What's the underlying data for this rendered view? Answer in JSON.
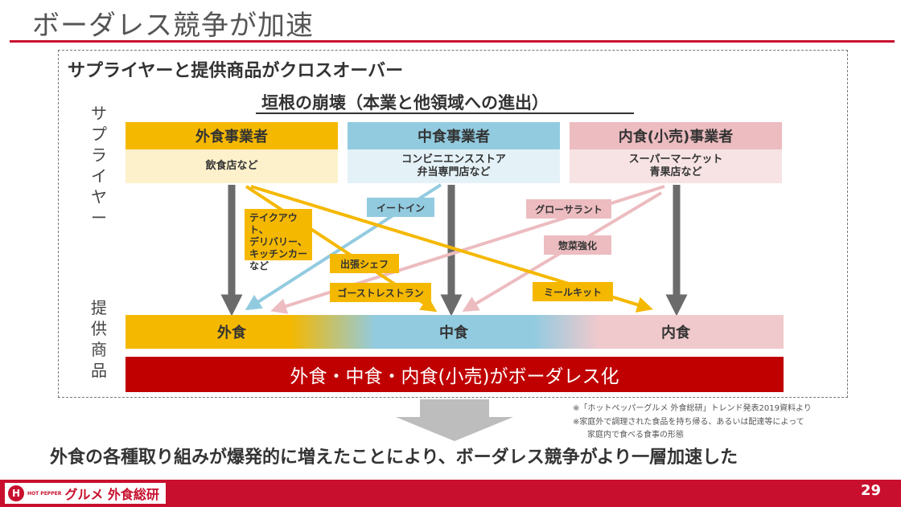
{
  "slide": {
    "title": "ボーダレス競争が加速",
    "subtitle": "サプライヤーと提供商品がクロスオーバー",
    "subtitle2": "垣根の崩壊（本業と他領域への進出）",
    "supplier_label": "サプライヤー",
    "product_label": "提供商品"
  },
  "suppliers": [
    {
      "header": "外食事業者",
      "detail": "飲食店など",
      "header_color": "#f5b800",
      "detail_color": "#fdf1cc"
    },
    {
      "header": "中食事業者",
      "detail": "コンビニエンスストア\n弁当専門店など",
      "header_color": "#92cbe0",
      "detail_color": "#e4f2f8"
    },
    {
      "header": "内食(小売)事業者",
      "detail": "スーパーマーケット\n青果店など",
      "header_color": "#ecbcc0",
      "detail_color": "#f7e3e4"
    }
  ],
  "tags": {
    "takeout": "テイクアウト、\nデリバリー、\nキッチンカー\nなど",
    "eat_in": "イートイン",
    "delivery_chef": "出張シェフ",
    "ghost": "ゴーストレストラン",
    "grocerant": "グローサラント",
    "sozai": "惣菜強化",
    "meal_kit": "ミールキット"
  },
  "products": [
    "外食",
    "中食",
    "内食"
  ],
  "borderless": "外食・中食・内食(小売)がボーダレス化",
  "notes": [
    "※「ホットペッパーグルメ 外食総研」トレンド発表2019資料より",
    "※家庭外で調理された食品を持ち帰る、あるいは配達等によって",
    "家庭内で食べる食事の形態"
  ],
  "conclusion": "外食の各種取り組みが爆発的に増えたことにより、ボーダレス競争がより一層加速した",
  "footer": {
    "logo_icon": "H",
    "logo_small": "HOT PEPPER",
    "logo_main": "グルメ 外食総研",
    "page": "29"
  },
  "colors": {
    "accent_red": "#c8102e",
    "orange": "#f5b800",
    "blue": "#92cbe0",
    "pink": "#ecbcc0",
    "gray_arrow": "#6b6b6b"
  }
}
